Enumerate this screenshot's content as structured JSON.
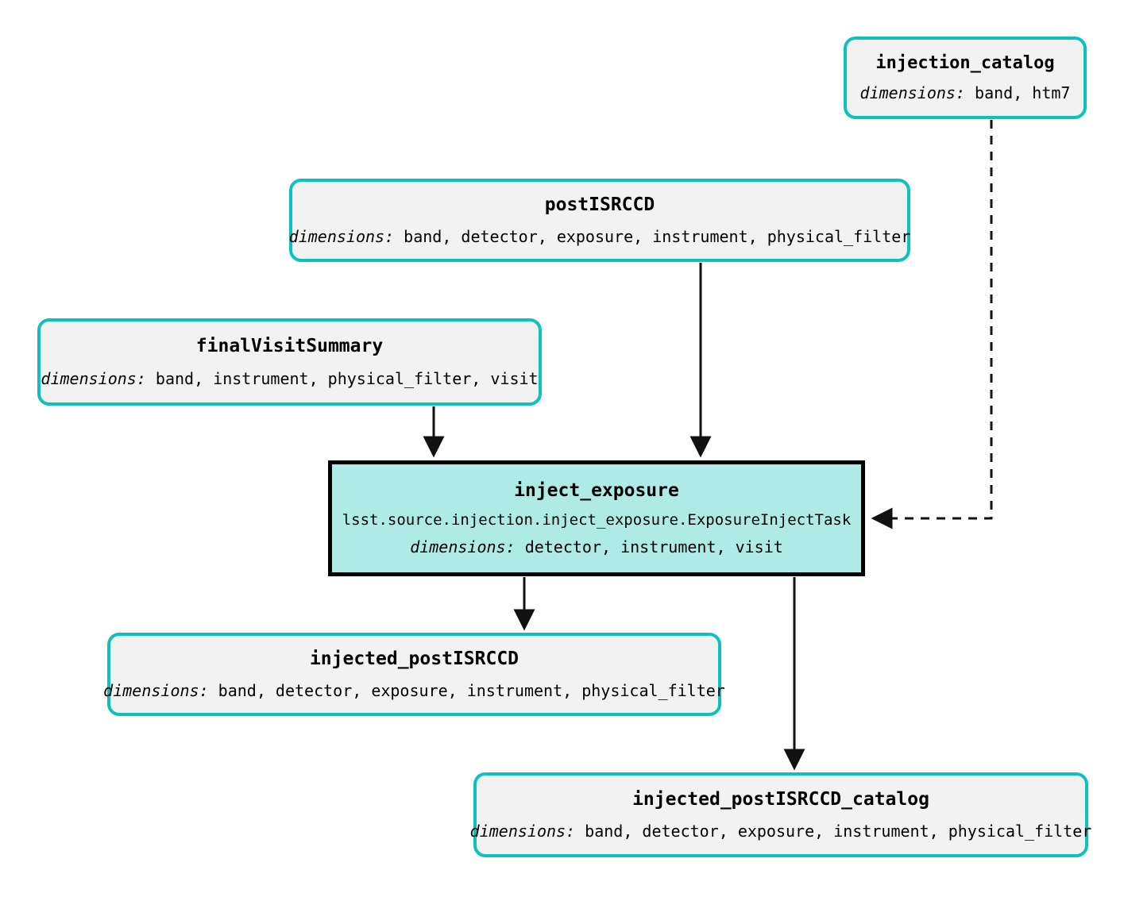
{
  "graph": {
    "type": "pipeline-dag",
    "background_color": "#ffffff",
    "dataset_border_color": "#0fc0c0",
    "dataset_fill_color": "#f2f2f2",
    "task_fill_color": "#aeebe7",
    "task_border_color": "#000000",
    "dimensions_prefix": "dimensions:"
  },
  "nodes": {
    "injection_catalog": {
      "kind": "dataset",
      "title": "injection_catalog",
      "dim_label": "dimensions:",
      "dimensions": "band, htm7"
    },
    "postISRCCD": {
      "kind": "dataset",
      "title": "postISRCCD",
      "dim_label": "dimensions:",
      "dimensions": "band, detector, exposure, instrument, physical_filter"
    },
    "finalVisitSummary": {
      "kind": "dataset",
      "title": "finalVisitSummary",
      "dim_label": "dimensions:",
      "dimensions": "band, instrument, physical_filter, visit"
    },
    "inject_exposure": {
      "kind": "task",
      "title": "inject_exposure",
      "task_class": "lsst.source.injection.inject_exposure.ExposureInjectTask",
      "dim_label": "dimensions:",
      "dimensions": "detector, instrument, visit"
    },
    "injected_postISRCCD": {
      "kind": "dataset",
      "title": "injected_postISRCCD",
      "dim_label": "dimensions:",
      "dimensions": "band, detector, exposure, instrument, physical_filter"
    },
    "injected_postISRCCD_catalog": {
      "kind": "dataset",
      "title": "injected_postISRCCD_catalog",
      "dim_label": "dimensions:",
      "dimensions": "band, detector, exposure, instrument, physical_filter"
    }
  },
  "edges": [
    {
      "from": "postISRCCD",
      "to": "inject_exposure",
      "style": "solid"
    },
    {
      "from": "finalVisitSummary",
      "to": "inject_exposure",
      "style": "solid"
    },
    {
      "from": "injection_catalog",
      "to": "inject_exposure",
      "style": "dashed"
    },
    {
      "from": "inject_exposure",
      "to": "injected_postISRCCD",
      "style": "solid"
    },
    {
      "from": "inject_exposure",
      "to": "injected_postISRCCD_catalog",
      "style": "solid"
    }
  ]
}
